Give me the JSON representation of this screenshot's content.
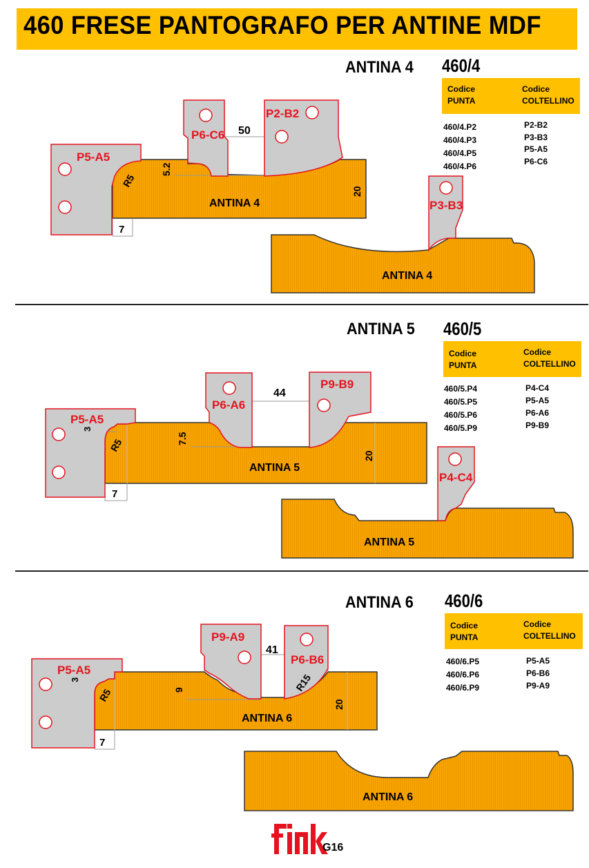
{
  "header": {
    "title": "460  FRESE PANTOGRAFO PER ANTINE MDF"
  },
  "colors": {
    "accent": "#ffc000",
    "wood": "#f7a500",
    "label_red": "#e5131f",
    "cutter_gray": "#cccccc"
  },
  "sections": [
    {
      "title": "ANTINA 4",
      "ref": "460/4",
      "col1": "Codice PUNTA",
      "col2": "Codice COLTELLINO",
      "col1_lines": [
        "Codice",
        "PUNTA"
      ],
      "col2_lines": [
        "Codice",
        "COLTELLINO"
      ],
      "punta": [
        "460/4.P2",
        "460/4.P3",
        "460/4.P5",
        "460/4.P6"
      ],
      "coltellino": [
        "P2-B2",
        "P3-B3",
        "P5-A5",
        "P6-C6"
      ],
      "cutters": [
        "P5-A5",
        "P6-C6",
        "P2-B2",
        "P3-B3"
      ],
      "dims": {
        "width": "50",
        "depth": "5.2",
        "radius": "R5",
        "thickness": "20",
        "offset": "7"
      },
      "panel_label": "ANTINA 4"
    },
    {
      "title": "ANTINA 5",
      "ref": "460/5",
      "col1": "Codice PUNTA",
      "col2": "Codice COLTELLINO",
      "col1_lines": [
        "Codice",
        "PUNTA"
      ],
      "col2_lines": [
        "Codice",
        "COLTELLINO"
      ],
      "punta": [
        "460/5.P4",
        "460/5.P5",
        "460/5.P6",
        "460/5.P9"
      ],
      "coltellino": [
        "P4-C4",
        "P5-A5",
        "P6-A6",
        "P9-B9"
      ],
      "cutters": [
        "P5-A5",
        "P6-A6",
        "P9-B9",
        "P4-C4"
      ],
      "dims": {
        "width": "44",
        "depth": "7.5",
        "radius": "R5",
        "thickness": "20",
        "offset": "7",
        "step": "3"
      },
      "panel_label": "ANTINA 5"
    },
    {
      "title": "ANTINA 6",
      "ref": "460/6",
      "col1": "Codice PUNTA",
      "col2": "Codice COLTELLINO",
      "col1_lines": [
        "Codice",
        "PUNTA"
      ],
      "col2_lines": [
        "Codice",
        "COLTELLINO"
      ],
      "punta": [
        "460/6.P5",
        "460/6.P6",
        "460/6.P9"
      ],
      "coltellino": [
        "P5-A5",
        "P6-B6",
        "P9-A9"
      ],
      "cutters": [
        "P5-A5",
        "P9-A9",
        "P6-B6"
      ],
      "dims": {
        "width": "41",
        "depth": "9",
        "radius": "R5",
        "radius2": "R15",
        "thickness": "20",
        "offset": "7",
        "step": "3"
      },
      "panel_label": "ANTINA 6"
    }
  ],
  "footer": {
    "logo": "fink",
    "page_code": "G16"
  }
}
